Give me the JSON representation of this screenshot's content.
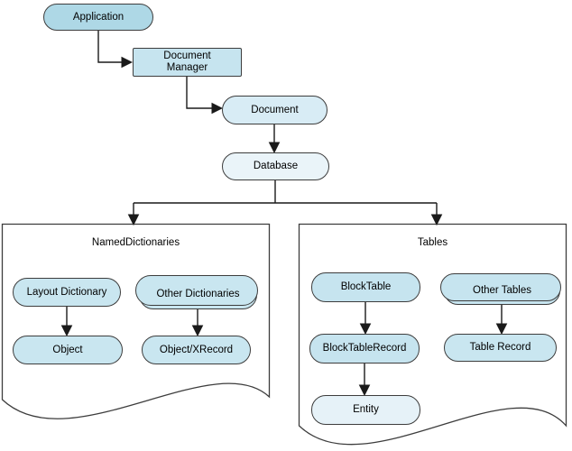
{
  "diagram": {
    "background_color": "#ffffff",
    "line_color": "#1a1a1a",
    "border_color": "#3d3d3d",
    "panels": {
      "named_dictionaries": {
        "title": "NamedDictionaries"
      },
      "tables": {
        "title": "Tables"
      }
    },
    "nodes": {
      "application": {
        "label": "Application",
        "shape": "rounded",
        "fill": "#aed8e6"
      },
      "document_manager": {
        "line1": "Document",
        "line2": "Manager",
        "shape": "rectangle",
        "fill": "#c6e4ef"
      },
      "document": {
        "label": "Document",
        "shape": "rounded",
        "fill": "#d8ecf5"
      },
      "database": {
        "label": "Database",
        "shape": "rounded",
        "fill": "#eaf4f9"
      },
      "layout_dictionary": {
        "label": "Layout Dictionary",
        "shape": "rounded",
        "fill": "#c9e6f0",
        "panel": "named_dictionaries"
      },
      "other_dictionaries": {
        "label": "Other Dictionaries",
        "shape": "rounded-stack",
        "fill": "#c9e6f0",
        "panel": "named_dictionaries"
      },
      "object": {
        "label": "Object",
        "shape": "rounded",
        "fill": "#c9e6f0",
        "panel": "named_dictionaries"
      },
      "object_xrecord": {
        "label": "Object/XRecord",
        "shape": "rounded",
        "fill": "#c9e6f0",
        "panel": "named_dictionaries"
      },
      "block_table": {
        "label": "BlockTable",
        "shape": "rounded",
        "fill": "#c6e4ef",
        "panel": "tables"
      },
      "other_tables": {
        "label": "Other Tables",
        "shape": "rounded-stack",
        "fill": "#c6e4ef",
        "panel": "tables"
      },
      "block_table_record": {
        "label": "BlockTableRecord",
        "shape": "rounded",
        "fill": "#c6e4ef",
        "panel": "tables"
      },
      "table_record": {
        "label": "Table Record",
        "shape": "rounded",
        "fill": "#c9e6f0",
        "panel": "tables"
      },
      "entity": {
        "label": "Entity",
        "shape": "rounded",
        "fill": "#e6f2f8",
        "panel": "tables"
      }
    },
    "edges": [
      {
        "from": "application",
        "to": "document_manager"
      },
      {
        "from": "document_manager",
        "to": "document"
      },
      {
        "from": "document",
        "to": "database"
      },
      {
        "from": "database",
        "to": "named_dictionaries"
      },
      {
        "from": "database",
        "to": "tables"
      },
      {
        "from": "layout_dictionary",
        "to": "object"
      },
      {
        "from": "other_dictionaries",
        "to": "object_xrecord"
      },
      {
        "from": "block_table",
        "to": "block_table_record"
      },
      {
        "from": "other_tables",
        "to": "table_record"
      },
      {
        "from": "block_table_record",
        "to": "entity"
      }
    ]
  }
}
